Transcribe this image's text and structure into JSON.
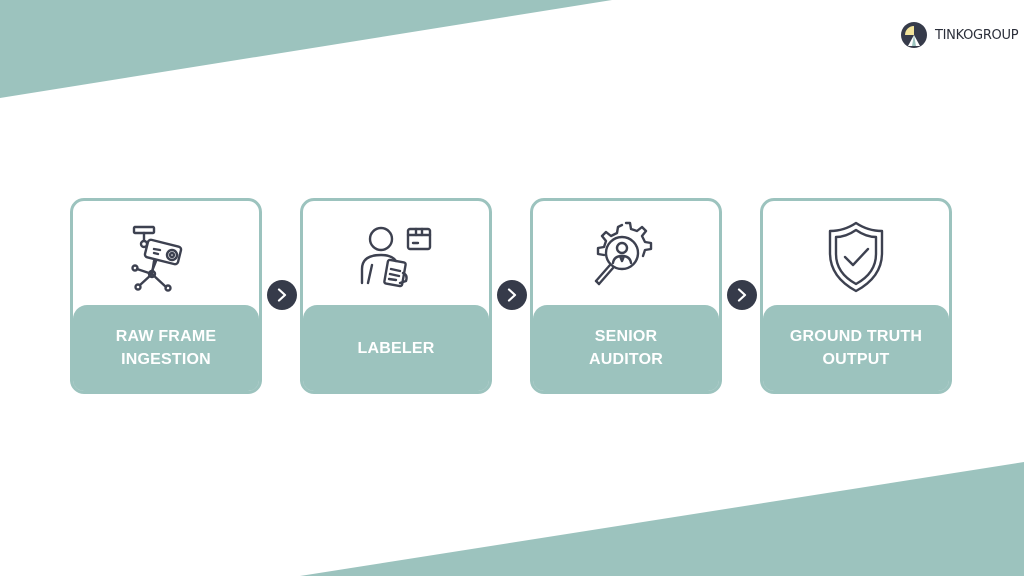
{
  "brand": {
    "logo_text": "TINKOGROUP",
    "colors": {
      "teal": "#9cc3be",
      "dark": "#363b4a",
      "icon_stroke": "#3d4150",
      "logo_yellow": "#f2e39a"
    }
  },
  "steps": [
    {
      "label": "RAW FRAME\nINGESTION",
      "icon": "surveillance-camera-icon"
    },
    {
      "label": "LABELER",
      "icon": "person-with-clipboard-icon"
    },
    {
      "label": "SENIOR\nAUDITOR",
      "icon": "gear-magnifier-person-icon"
    },
    {
      "label": "GROUND TRUTH\nOUTPUT",
      "icon": "shield-check-icon"
    }
  ],
  "connectors": [
    "chevron-right-icon",
    "chevron-right-icon",
    "chevron-right-icon"
  ]
}
